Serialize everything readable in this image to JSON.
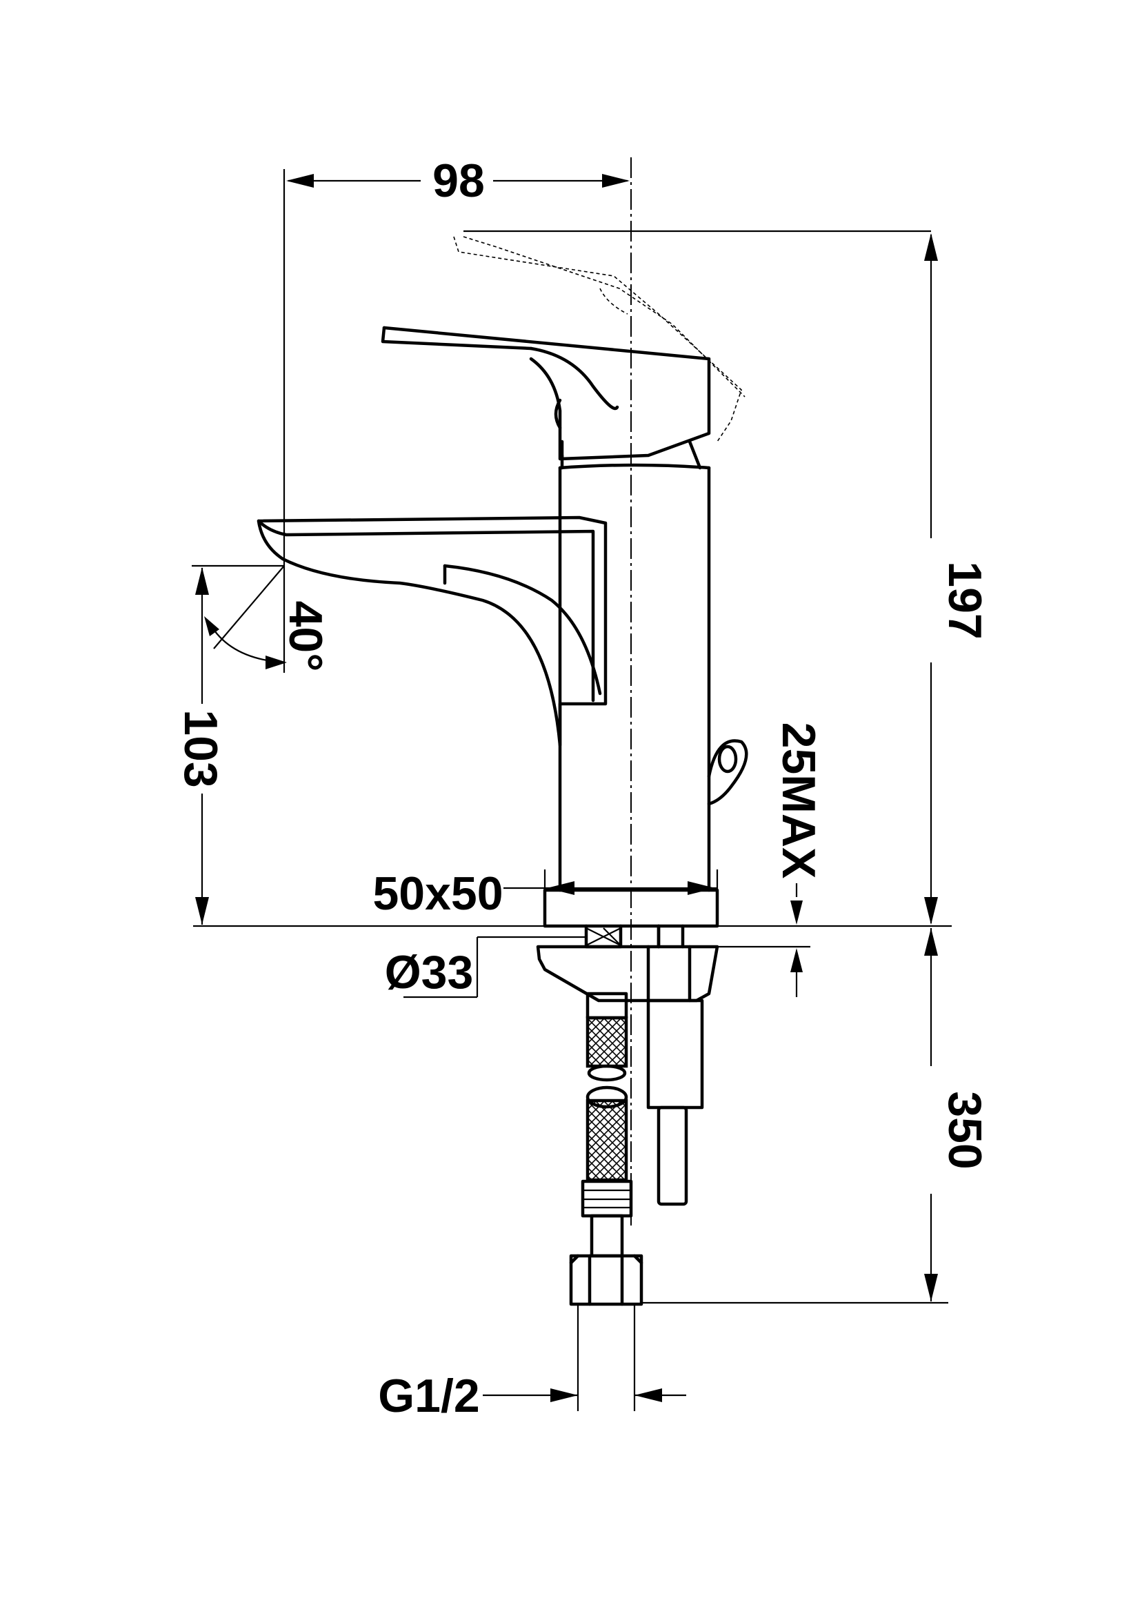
{
  "dimensions": {
    "width_top": "98",
    "height_total": "197",
    "spout_height": "103",
    "spout_angle": "40°",
    "base_size": "50x50",
    "hole_diameter": "Ø33",
    "max_thickness": "25MAX",
    "hose_length": "350",
    "thread": "G1/2"
  }
}
